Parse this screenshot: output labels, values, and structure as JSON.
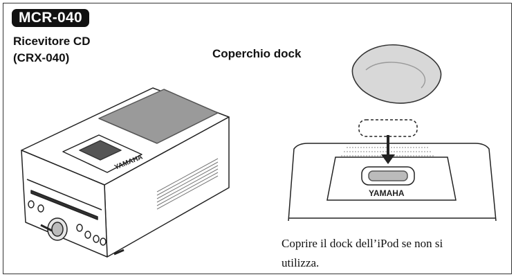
{
  "badge": "MCR-040",
  "receiver": {
    "label_line1": "Ricevitore CD",
    "label_line2": "(CRX-040)",
    "brand": "YAMAHA"
  },
  "dock": {
    "label": "Coperchio dock",
    "brand": "YAMAHA"
  },
  "caption": {
    "line1": "Coprire il dock dell’iPod se non si",
    "line2": "utilizza."
  }
}
